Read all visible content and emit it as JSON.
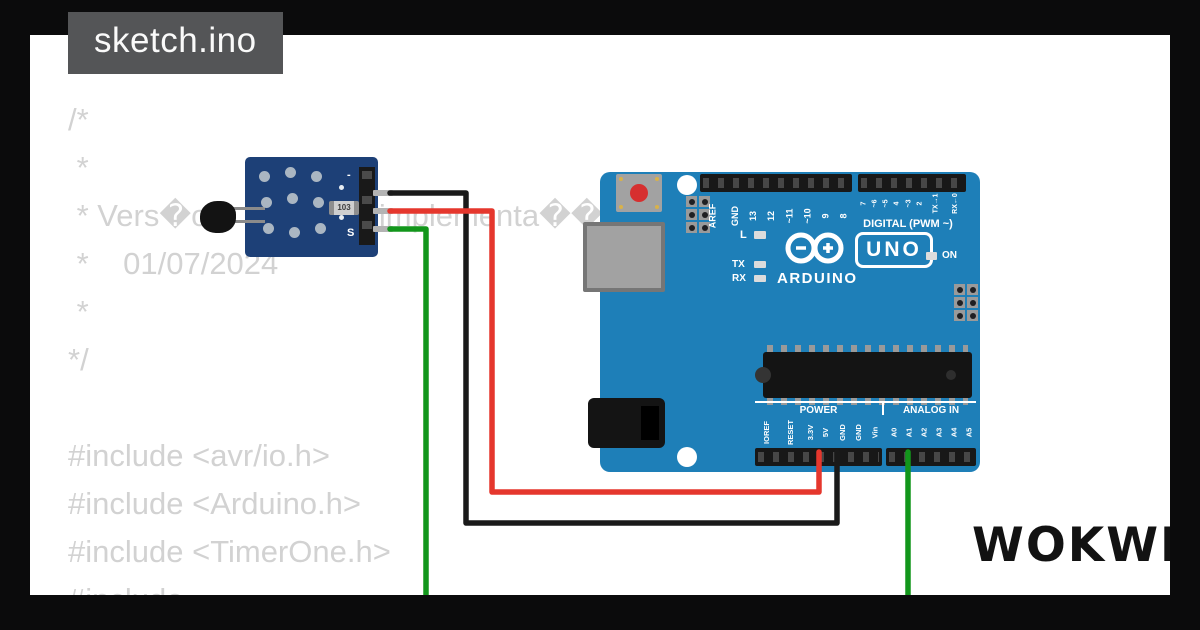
{
  "window": {
    "title": "sketch.ino"
  },
  "code": {
    "lines": [
      "/*",
      " *",
      " * Vers�o c                 implementa��o",
      " *    01/07/2024",
      " *",
      "*/",
      "",
      "#include <avr/io.h>",
      "#include <Arduino.h>",
      "#include <TimerOne.h>",
      "#include"
    ]
  },
  "module": {
    "pin_labels": {
      "minus": "-",
      "signal": "S"
    },
    "resistor_value": "103"
  },
  "arduino": {
    "brand": "ARDUINO",
    "model": "UNO",
    "digital_label": "DIGITAL (PWM ~)",
    "power_label": "POWER",
    "analog_label": "ANALOG IN",
    "on_label": "ON",
    "led_label": "L",
    "tx_label": "TX",
    "rx_label": "RX",
    "digital_pins_left": [
      "AREF",
      "GND",
      "13",
      "12",
      "~11",
      "~10",
      "9",
      "8"
    ],
    "digital_pins_right": [
      "7",
      "~6",
      "~5",
      "4",
      "~3",
      "2",
      "TX→1",
      "RX←0"
    ],
    "power_pins": [
      "IOREF",
      "RESET",
      "3.3V",
      "5V",
      "GND",
      "GND",
      "Vin"
    ],
    "analog_pins": [
      "A0",
      "A1",
      "A2",
      "A3",
      "A4",
      "A5"
    ]
  },
  "logo": {
    "text": "WOKWI"
  },
  "colors": {
    "board_blue": "#1e7fb8",
    "module_blue": "#1d4077",
    "wire_black": "#1a1a1a",
    "wire_red": "#e5372d",
    "wire_green": "#12961b",
    "frame": "#0b0b0c",
    "tab_gray": "#545557"
  }
}
